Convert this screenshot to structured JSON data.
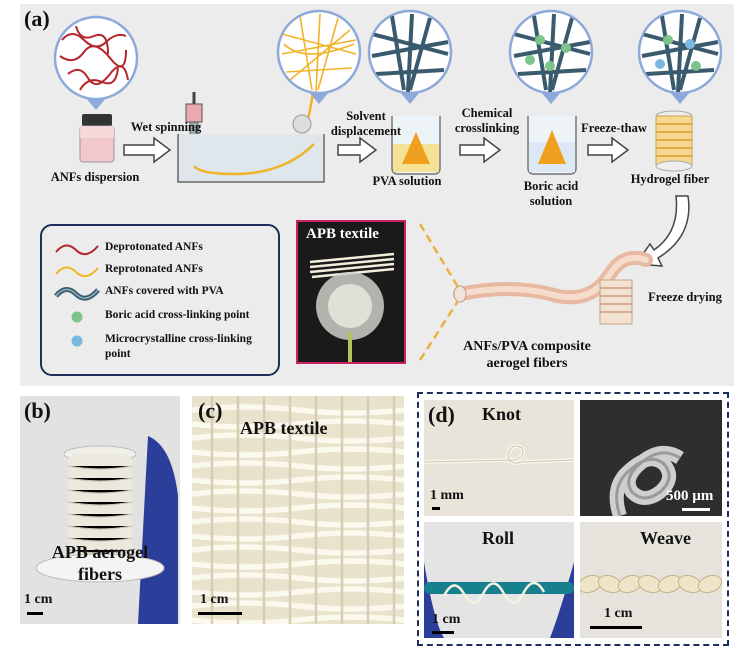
{
  "panel_labels": {
    "a": "(a)",
    "b": "(b)",
    "c": "(c)",
    "d": "(d)"
  },
  "steps": {
    "dispersion": "ANFs dispersion",
    "wet_spinning": "Wet spinning",
    "solvent_1": "Solvent",
    "solvent_2": "displacement",
    "pva": "PVA solution",
    "chemical_1": "Chemical",
    "chemical_2": "crosslinking",
    "boric_1": "Boric acid",
    "boric_2": "solution",
    "freeze_thaw": "Freeze-thaw",
    "hydrogel": "Hydrogel fiber",
    "freeze_drying": "Freeze drying",
    "composite_1": "ANFs/PVA composite",
    "composite_2": "aerogel fibers"
  },
  "legend": {
    "deprotonated": "Deprotonated ANFs",
    "reprotonated": "Reprotonated ANFs",
    "covered": "ANFs covered with PVA",
    "boric_point": "Boric acid cross-linking point",
    "micro_1": "Microcrystalline cross-linking",
    "micro_2": "point"
  },
  "apb_textile_inset": "APB textile",
  "panel_b": {
    "label_1": "APB aerogel",
    "label_2": "fibers",
    "scale": "1 cm"
  },
  "panel_c": {
    "label": "APB textile",
    "scale": "1 cm"
  },
  "panel_d": {
    "knot": "Knot",
    "knot_scale": "1 mm",
    "sem_scale": "500 µm",
    "roll": "Roll",
    "roll_scale": "1 cm",
    "weave": "Weave",
    "weave_scale": "1 cm"
  },
  "colors": {
    "deprotonated": "#b3262b",
    "reprotonated": "#f0b429",
    "covered": "#3a5a6e",
    "boric": "#7cc48a",
    "micro": "#7ab8e0",
    "frame": "#1f2f5c"
  }
}
